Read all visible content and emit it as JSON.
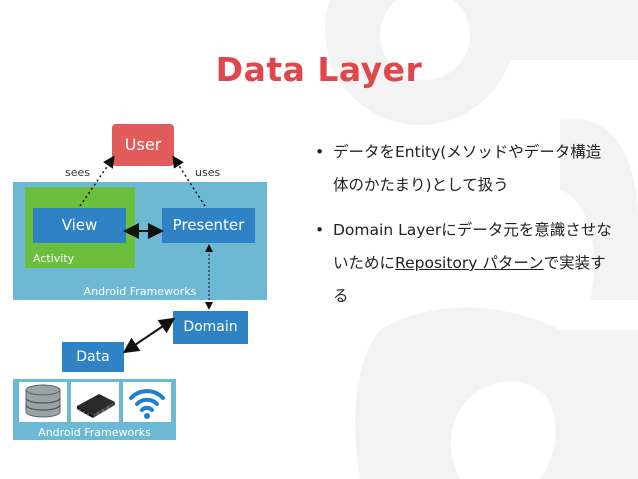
{
  "slide": {
    "title": "Data Layer"
  },
  "diagram": {
    "user": "User",
    "sees_label": "sees",
    "uses_label": "uses",
    "view": "View",
    "presenter": "Presenter",
    "activity": "Activity",
    "frameworks_top": "Android Frameworks",
    "domain": "Domain",
    "data": "Data",
    "frameworks_bottom": "Android Frameworks",
    "icons": [
      "database-icon",
      "chip-icon",
      "wifi-icon"
    ]
  },
  "bullets": {
    "b1_dot": "•",
    "b1_text": "データをEntity(メソッドやデータ構造体のかたまり)として扱う",
    "b2_dot": "•",
    "b2_text_pre": "Domain Layerにデータ元を意識させないために",
    "b2_text_link": "Repository パターン",
    "b2_text_post": "で実装する"
  },
  "colors": {
    "title": "#e0474c",
    "user_box": "#e25b5b",
    "framework_bg": "#6db9d3",
    "activity_bg": "#6cbf3c",
    "component_box": "#2f83c5"
  }
}
